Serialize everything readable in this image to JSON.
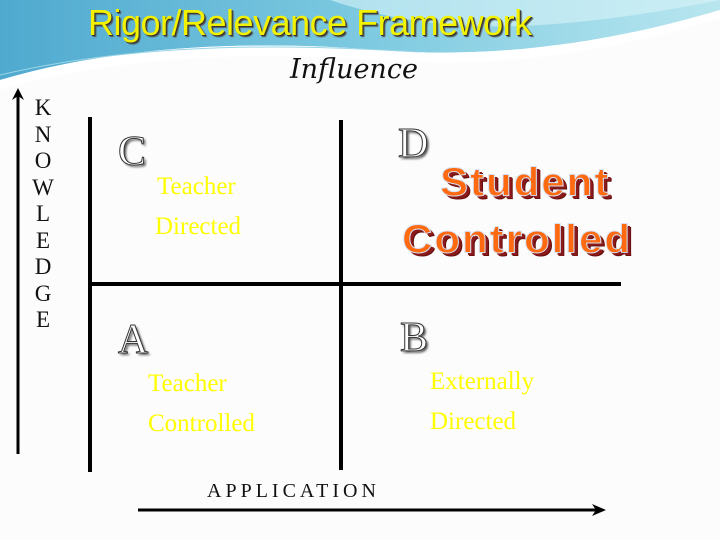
{
  "slide": {
    "title": "Rigor/Relevance Framework",
    "subtitle": "Influence",
    "y_axis_label_letters": [
      "K",
      "N",
      "O",
      "W",
      "L",
      "E",
      "D",
      "G",
      "E"
    ],
    "x_axis_label": "APPLICATION",
    "quadrants": {
      "C": {
        "letter": "C",
        "line1": "Teacher",
        "line2": "Directed"
      },
      "D": {
        "letter": "D",
        "line1": "Student",
        "line2": "Controlled"
      },
      "A": {
        "letter": "A",
        "line1": "Teacher",
        "line2": "Controlled"
      },
      "B": {
        "letter": "B",
        "line1": "Externally",
        "line2": "Directed"
      }
    },
    "colors": {
      "title": "#f2f200",
      "quadrant_text": "#ffff00",
      "wordart_fill": "#ff6a10",
      "wordart_shadow": "#8b1a1a",
      "banner_blue": "#5fb8d8"
    }
  }
}
